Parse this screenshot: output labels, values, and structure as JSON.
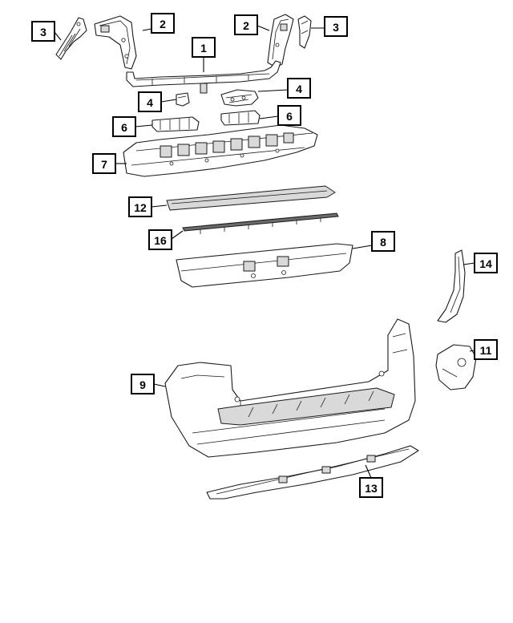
{
  "callouts": [
    {
      "label": "3"
    },
    {
      "label": "2"
    },
    {
      "label": "1"
    },
    {
      "label": "2"
    },
    {
      "label": "3"
    },
    {
      "label": "4"
    },
    {
      "label": "4"
    },
    {
      "label": "6"
    },
    {
      "label": "6"
    },
    {
      "label": "7"
    },
    {
      "label": "12"
    },
    {
      "label": "16"
    },
    {
      "label": "8"
    },
    {
      "label": "14"
    },
    {
      "label": "11"
    },
    {
      "label": "9"
    },
    {
      "label": "13"
    }
  ]
}
